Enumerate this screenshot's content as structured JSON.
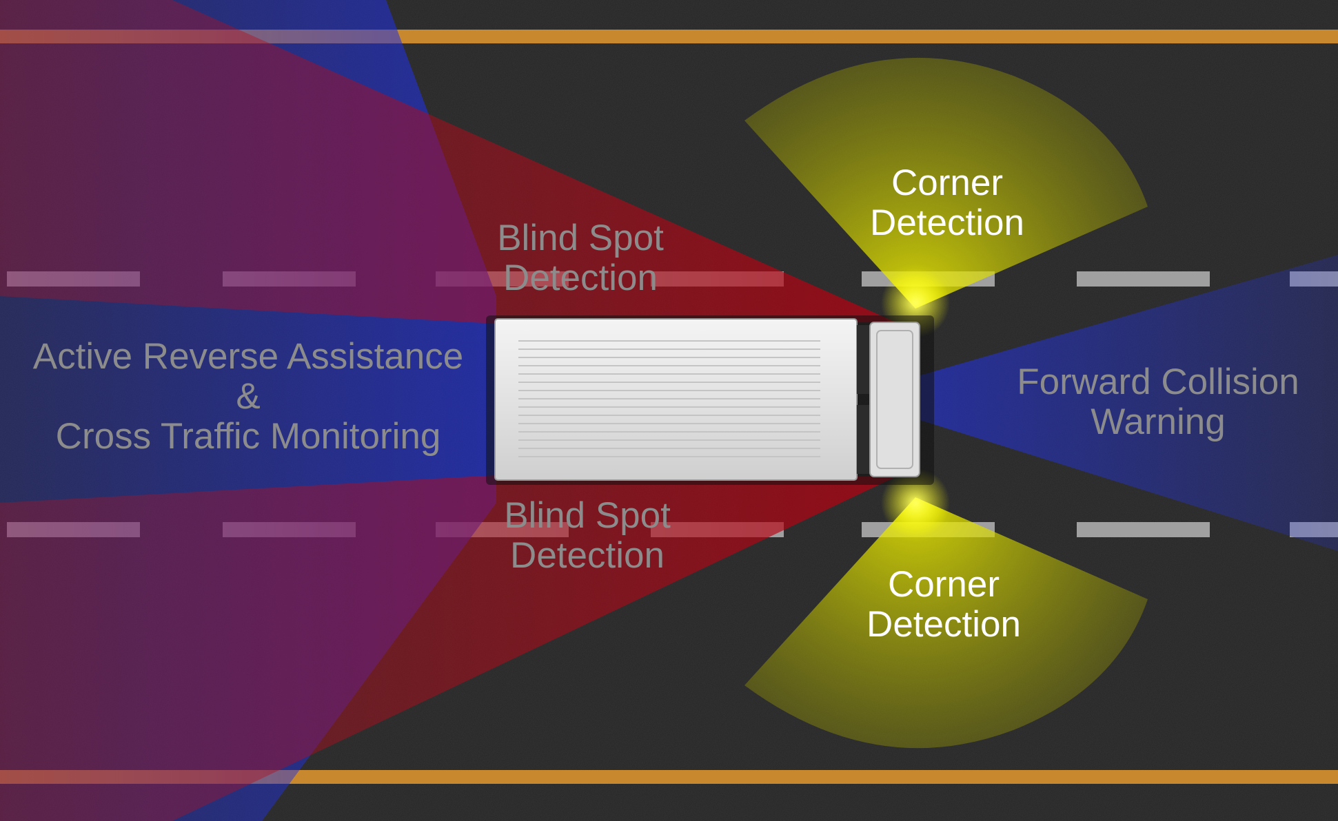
{
  "diagram": {
    "colors": {
      "asphalt": "#262626",
      "road_edge_line": "#c8892e",
      "lane_dash": "#a0a0a0",
      "reverse_zone": "#2b3bd0",
      "blind_spot_zone": "#c0141c",
      "corner_zone": "#f0f000",
      "forward_zone": "#2a3cd8",
      "truck_body": "#e6e6e6",
      "label_dim": "#8c8c8c",
      "label_bright": "#ffffff"
    },
    "labels": {
      "reverse": {
        "line1": "Active Reverse Assistance",
        "line2": "&",
        "line3": "Cross Traffic Monitoring"
      },
      "blind_spot_top": {
        "line1": "Blind Spot",
        "line2": "Detection"
      },
      "blind_spot_bottom": {
        "line1": "Blind Spot",
        "line2": "Detection"
      },
      "corner_top": {
        "line1": "Corner",
        "line2": "Detection"
      },
      "corner_bottom": {
        "line1": "Corner",
        "line2": "Detection"
      },
      "forward": {
        "line1": "Forward Collision",
        "line2": "Warning"
      }
    }
  }
}
